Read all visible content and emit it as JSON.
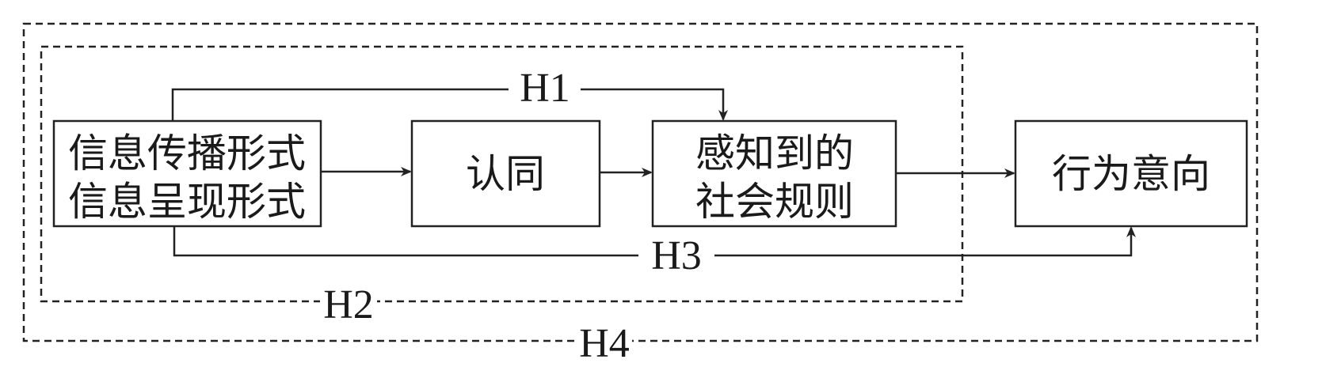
{
  "diagram": {
    "nodes": [
      {
        "id": "info-form",
        "lines": [
          "信息传播形式",
          "信息呈现形式"
        ]
      },
      {
        "id": "identity",
        "lines": [
          "认同"
        ]
      },
      {
        "id": "social-norms",
        "lines": [
          "感知到的",
          "社会规则"
        ]
      },
      {
        "id": "behavior-intention",
        "lines": [
          "行为意向"
        ]
      }
    ],
    "hypotheses": {
      "h1": "H1",
      "h2": "H2",
      "h3": "H3",
      "h4": "H4"
    },
    "edges": [
      {
        "from": "info-form",
        "to": "identity"
      },
      {
        "from": "identity",
        "to": "social-norms"
      },
      {
        "from": "social-norms",
        "to": "behavior-intention"
      },
      {
        "from": "info-form",
        "to": "social-norms",
        "label": "H1"
      },
      {
        "from": "info-form",
        "to": "behavior-intention",
        "label": "H3"
      }
    ],
    "groups": [
      {
        "id": "inner-group",
        "label": "H2"
      },
      {
        "id": "outer-group",
        "label": "H4"
      }
    ]
  }
}
